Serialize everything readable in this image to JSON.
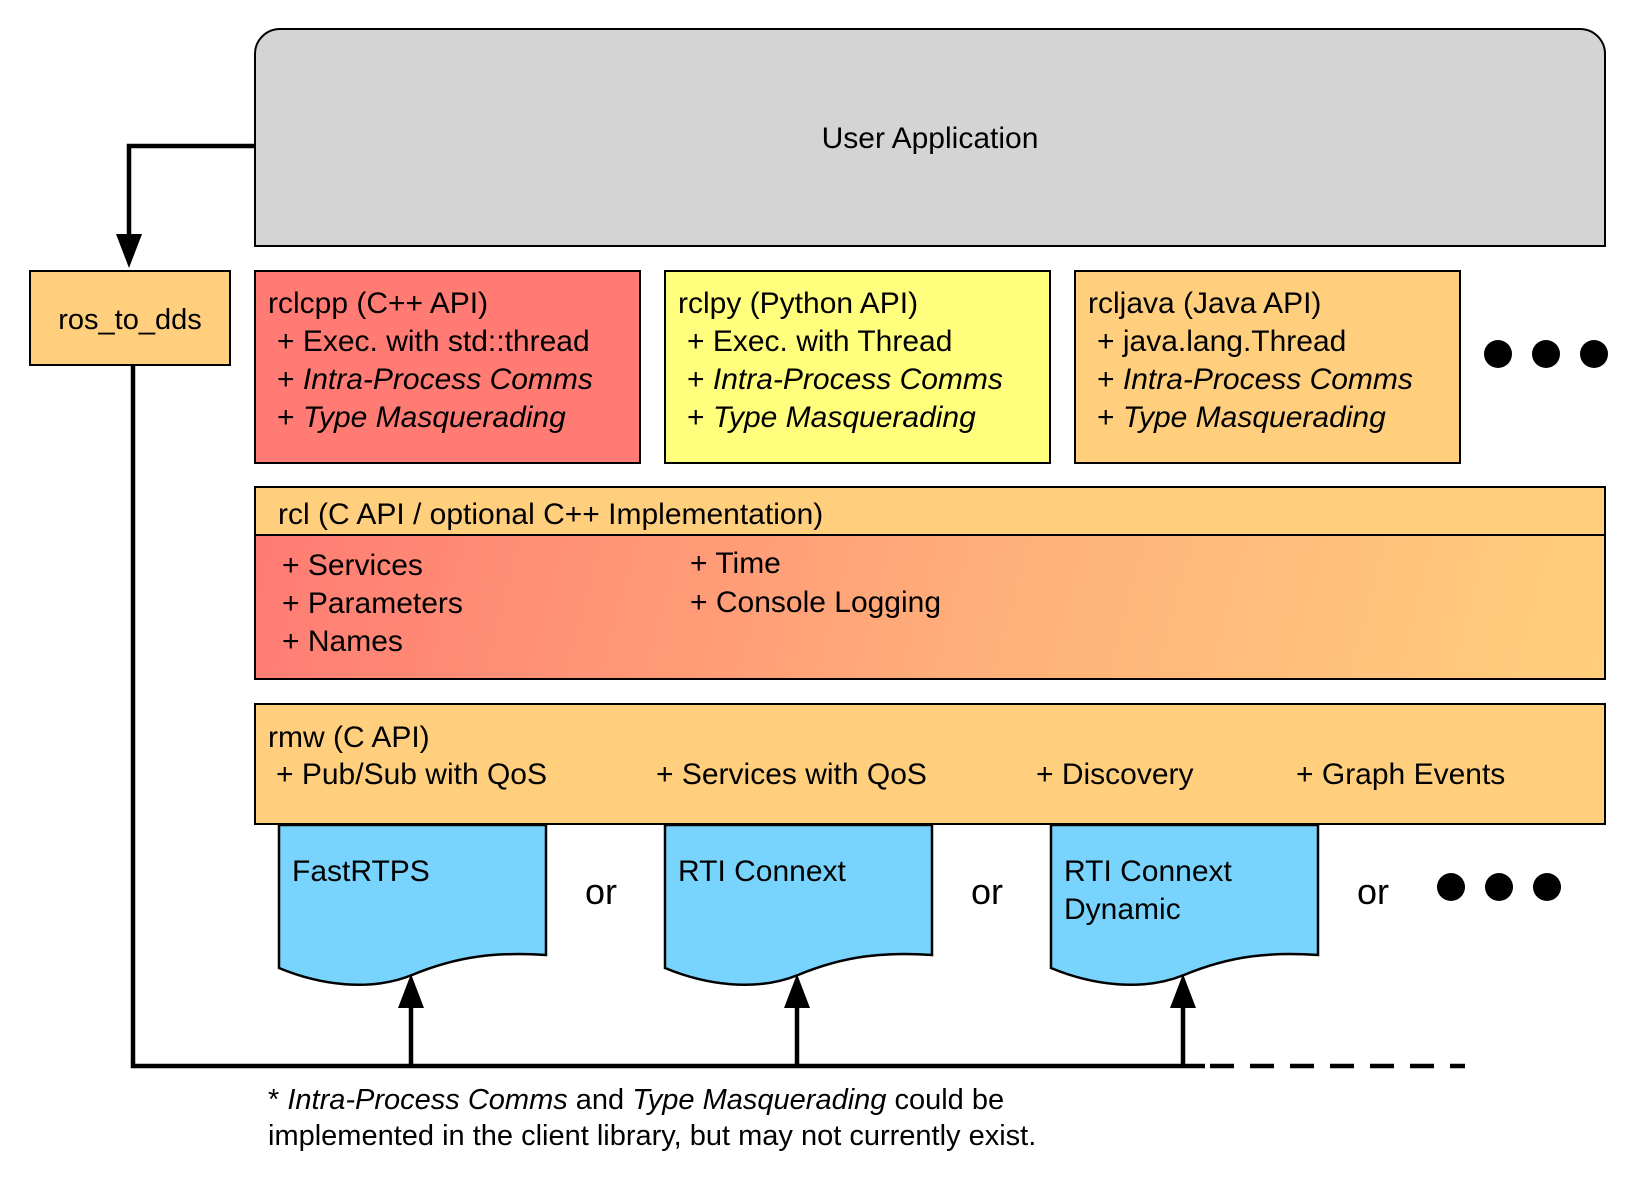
{
  "colors": {
    "user_app": "#d4d4d4",
    "rclcpp": "#ff7b73",
    "rclpy": "#ffff7d",
    "orange": "#ffcf7d",
    "dds": "#78d4fc",
    "gradient_start": "#ff7b73"
  },
  "user_app": {
    "label": "User Application"
  },
  "ros_to_dds": {
    "label": "ros_to_dds"
  },
  "client_libs": [
    {
      "title": "rclcpp (C++ API)",
      "line1": "+ Exec. with std::thread",
      "line2_prefix": "+ ",
      "line2": "Intra-Process Comms",
      "line3_prefix": "+ ",
      "line3": "Type Masquerading"
    },
    {
      "title": "rclpy (Python API)",
      "line1": "+ Exec. with Thread",
      "line2_prefix": "+ ",
      "line2": "Intra-Process Comms",
      "line3_prefix": "+ ",
      "line3": "Type Masquerading"
    },
    {
      "title": "rcljava (Java API)",
      "line1": "+ java.lang.Thread",
      "line2_prefix": "+ ",
      "line2": "Intra-Process Comms",
      "line3_prefix": "+ ",
      "line3": "Type Masquerading"
    }
  ],
  "rcl": {
    "title": "rcl (C API / optional C++ Implementation)",
    "features_left": [
      "+ Services",
      "+ Parameters",
      "+ Names"
    ],
    "features_right": [
      "+ Time",
      "+ Console Logging"
    ]
  },
  "rmw": {
    "title": "rmw (C API)",
    "features": [
      "+ Pub/Sub with QoS",
      "+ Services with QoS",
      "+ Discovery",
      "+ Graph Events"
    ]
  },
  "dds": [
    {
      "line1": "FastRTPS",
      "line2": ""
    },
    {
      "line1": "RTI Connext",
      "line2": ""
    },
    {
      "line1": "RTI Connext",
      "line2": "Dynamic"
    }
  ],
  "or_label": "or",
  "footnote": {
    "star": "* ",
    "italic1": "Intra-Process Comms",
    "and": " and ",
    "italic2": "Type Masquerading",
    "rest1": " could be",
    "line2": "implemented in the client library, but may not currently exist."
  }
}
